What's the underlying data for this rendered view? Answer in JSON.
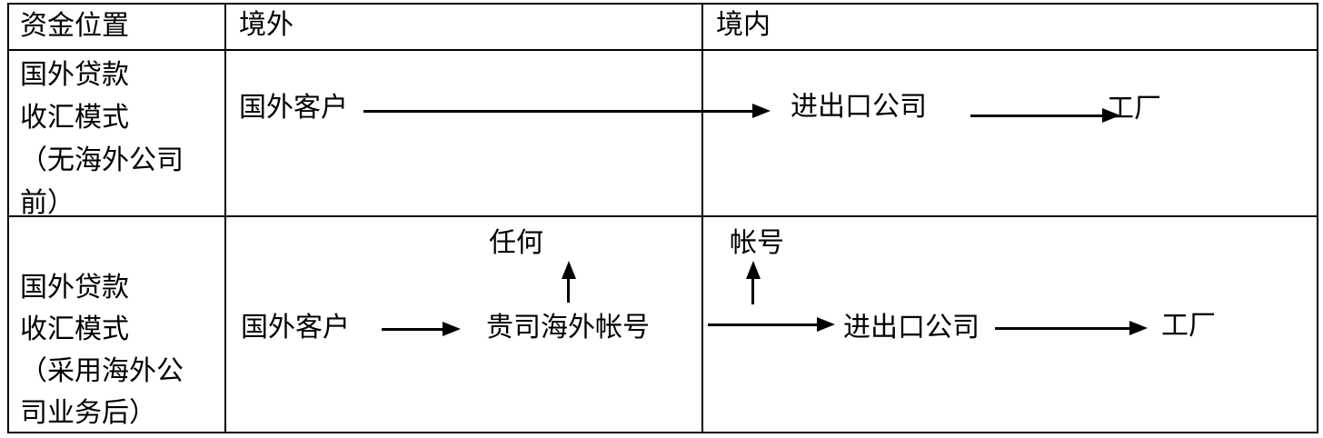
{
  "colors": {
    "background": "#ffffff",
    "border": "#000000",
    "text": "#000000"
  },
  "table": {
    "header": {
      "fund_position": "资金位置",
      "overseas": "境外",
      "domestic": "境内"
    },
    "rows": [
      {
        "mode_lines": [
          "国外贷款",
          "收汇模式",
          "（无海外公司",
          "前）"
        ],
        "flow": {
          "overseas_customer": "国外客户",
          "import_export_company": "进出口公司",
          "factory": "工厂"
        }
      },
      {
        "mode_lines": [
          "国外贷款",
          "收汇模式",
          "（采用海外公",
          "司业务后）"
        ],
        "flow": {
          "overseas_customer": "国外客户",
          "any_label": "任何",
          "company_overseas_account": "贵司海外帐号",
          "account_label": "帐号",
          "import_export_company": "进出口公司",
          "factory": "工厂"
        }
      }
    ]
  }
}
